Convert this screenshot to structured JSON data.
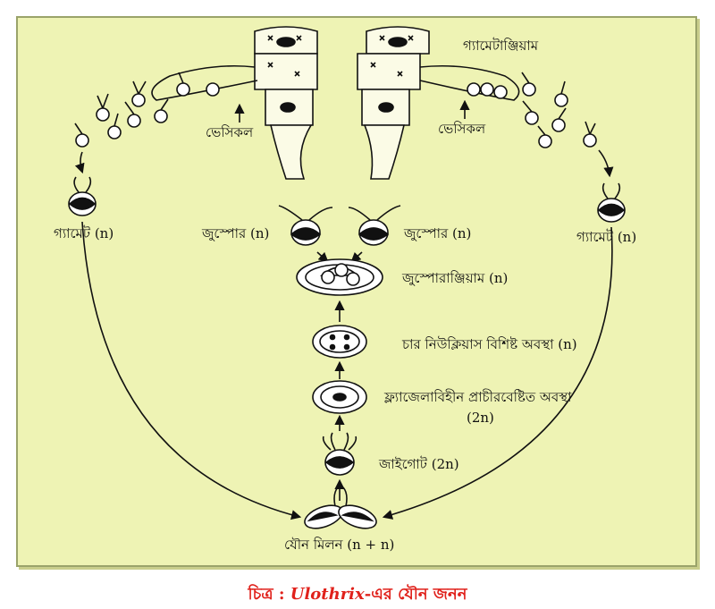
{
  "labels": {
    "gametangium": "গ্যামেটাঞ্জিয়াম",
    "vesicle_left": "ভেসিকল",
    "vesicle_right": "ভেসিকল",
    "gamete_left": "গ্যামেট (n)",
    "gamete_right": "গ্যামেট (n)",
    "zoospore_left": "জুস্পোর (n)",
    "zoospore_right": "জুস্পোর (n)",
    "zoosporangium": "জুস্পোরাঞ্জিয়াম (n)",
    "four_nucleus": "চার নিউক্লিয়াস বিশিষ্ট অবস্থা (n)",
    "aflagellate_line1": "ফ্ল্যাজেলাবিহীন প্রাচীরবেষ্টিত অবস্থা",
    "aflagellate_line2": "(2n)",
    "zygote": "জাইগোট (2n)",
    "sexual_fusion": "যৌন মিলন (n + n)"
  },
  "caption": {
    "prefix": "চিত্র : ",
    "genus": "Ulothrix",
    "suffix": "-এর যৌন জনন"
  },
  "colors": {
    "panel_bg": "#eef3b4",
    "caption": "#e0211b"
  }
}
